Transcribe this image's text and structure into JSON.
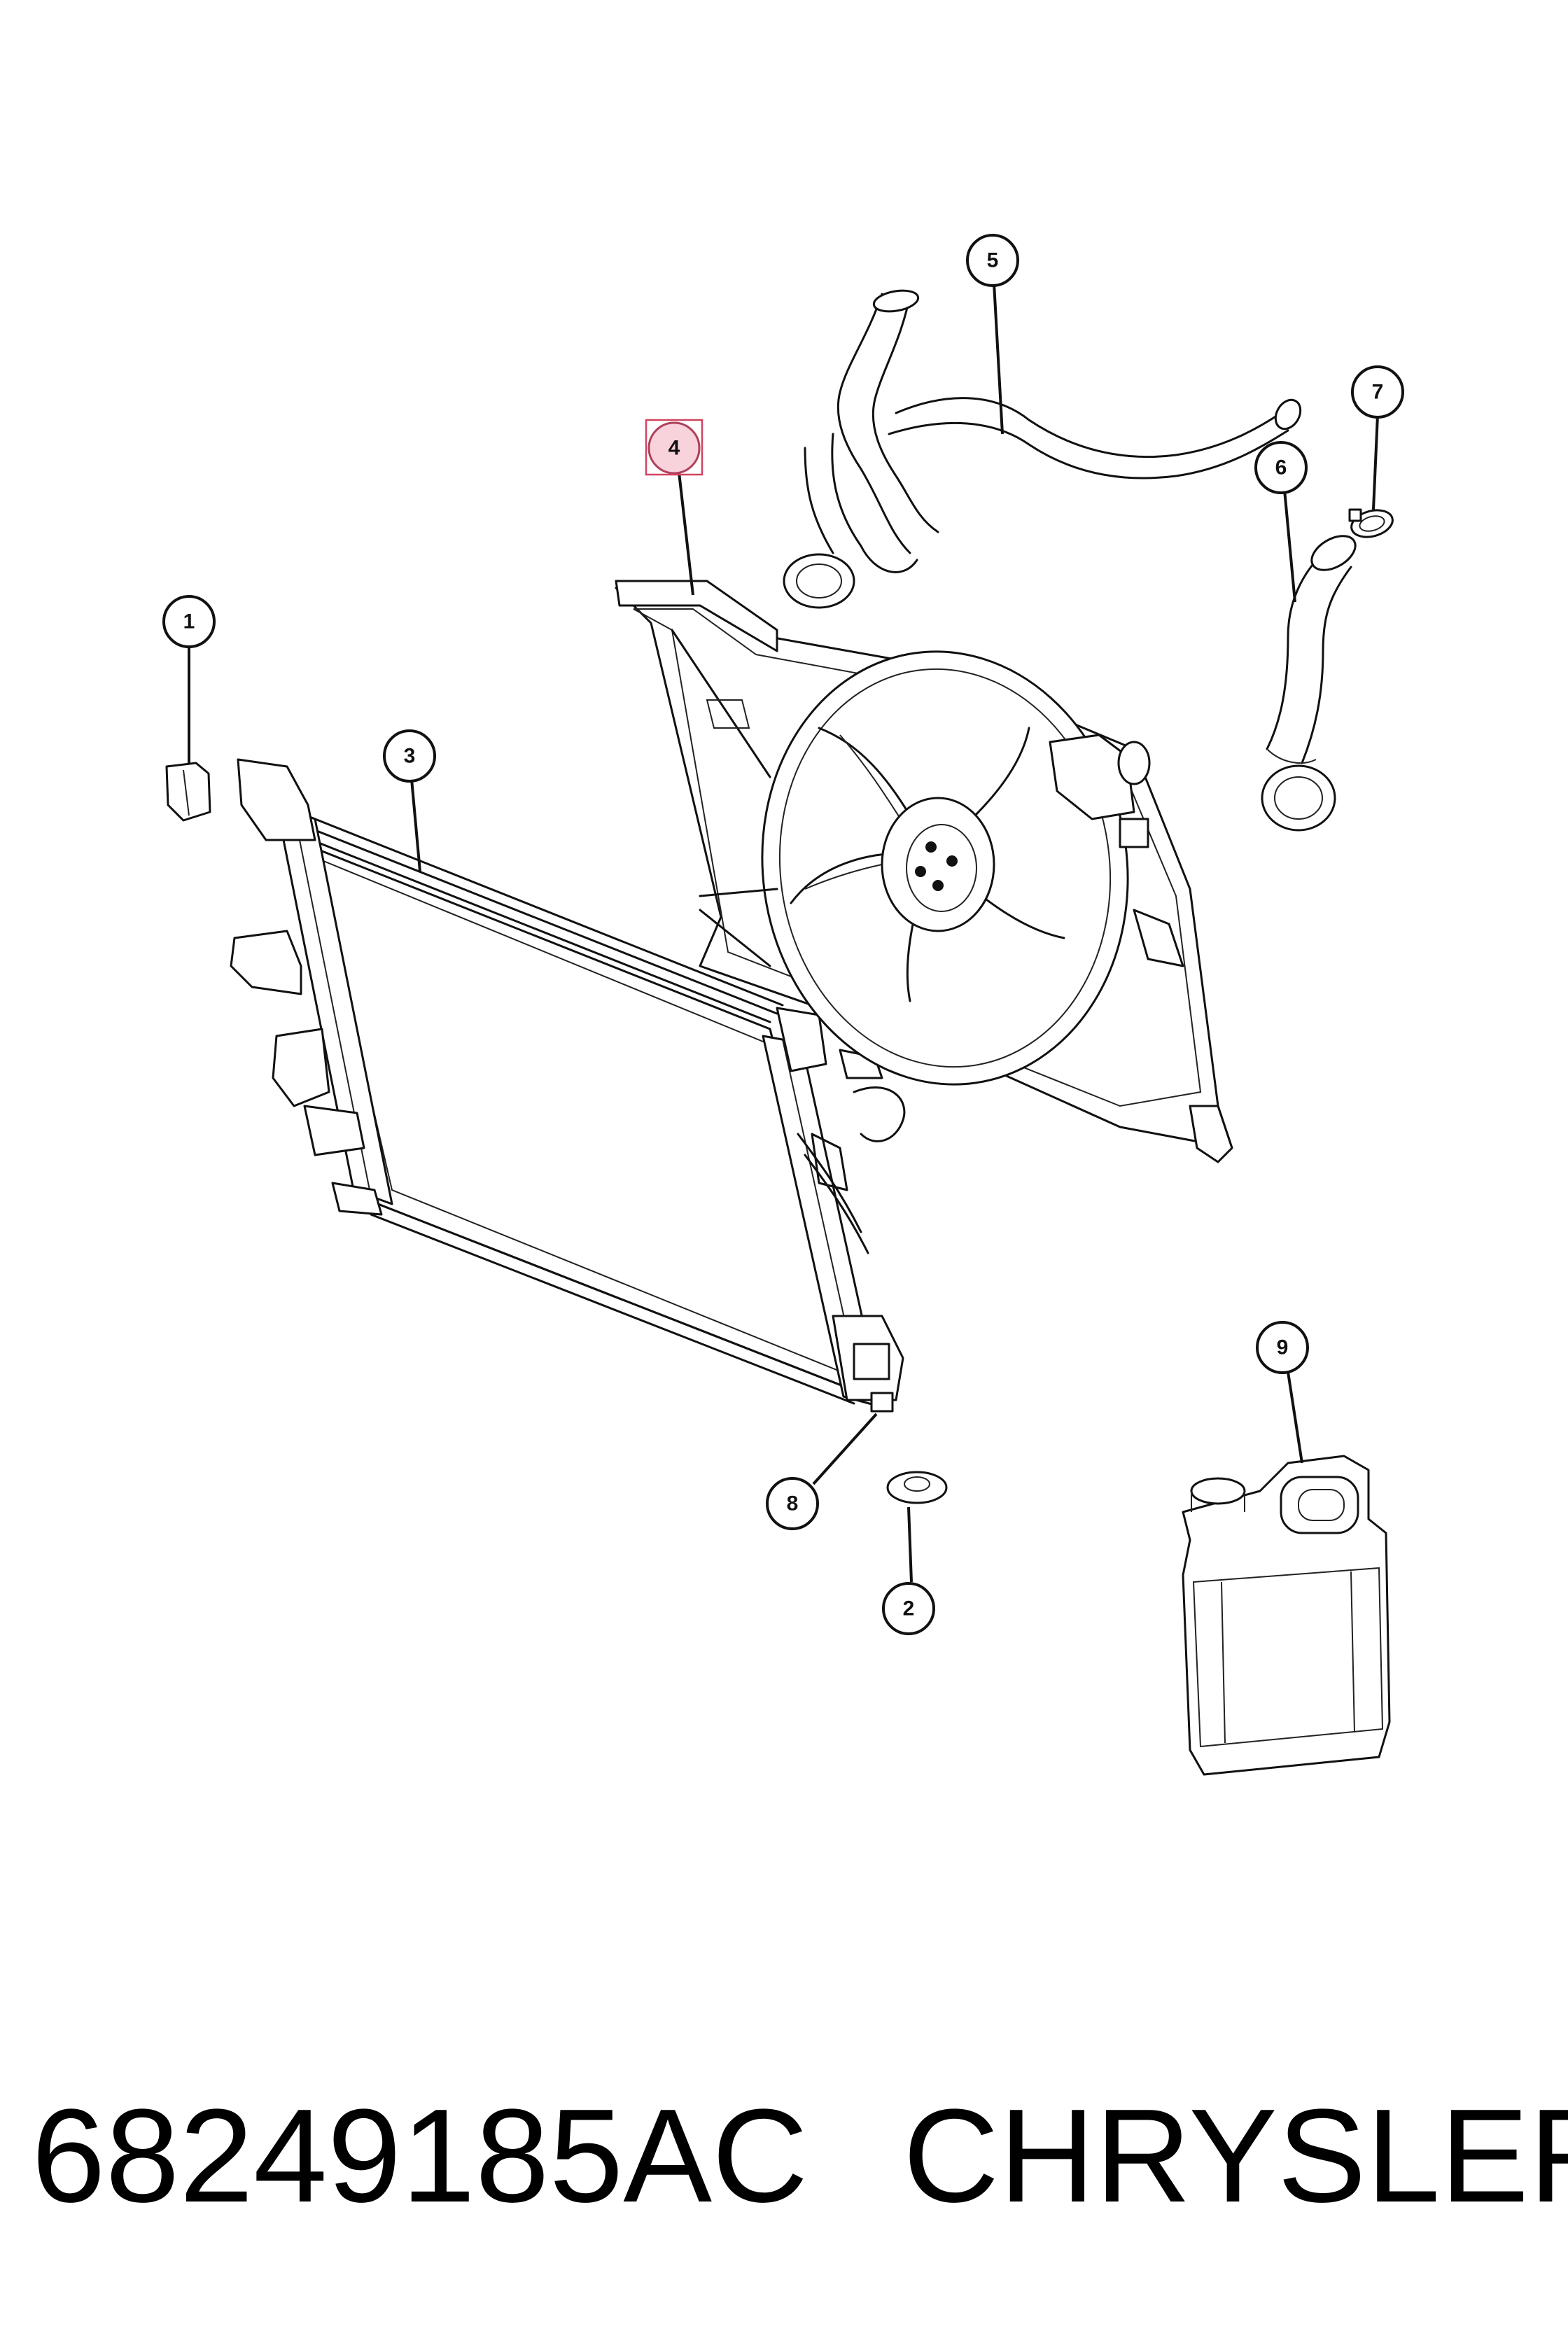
{
  "diagram": {
    "callouts": [
      {
        "label": "1",
        "part": "bracket-clip"
      },
      {
        "label": "2",
        "part": "grommet"
      },
      {
        "label": "3",
        "part": "radiator"
      },
      {
        "label": "4",
        "part": "fan-module",
        "highlighted": true
      },
      {
        "label": "5",
        "part": "upper-hose"
      },
      {
        "label": "6",
        "part": "lower-hose"
      },
      {
        "label": "7",
        "part": "hose-clamp"
      },
      {
        "label": "8",
        "part": "drain-plug"
      },
      {
        "label": "9",
        "part": "coolant-jug"
      }
    ],
    "highlight_color": "#f9d3dc",
    "highlight_border_color": "#d0435f"
  },
  "footer": {
    "part_number": "68249185AC",
    "brand": "CHRYSLER"
  }
}
